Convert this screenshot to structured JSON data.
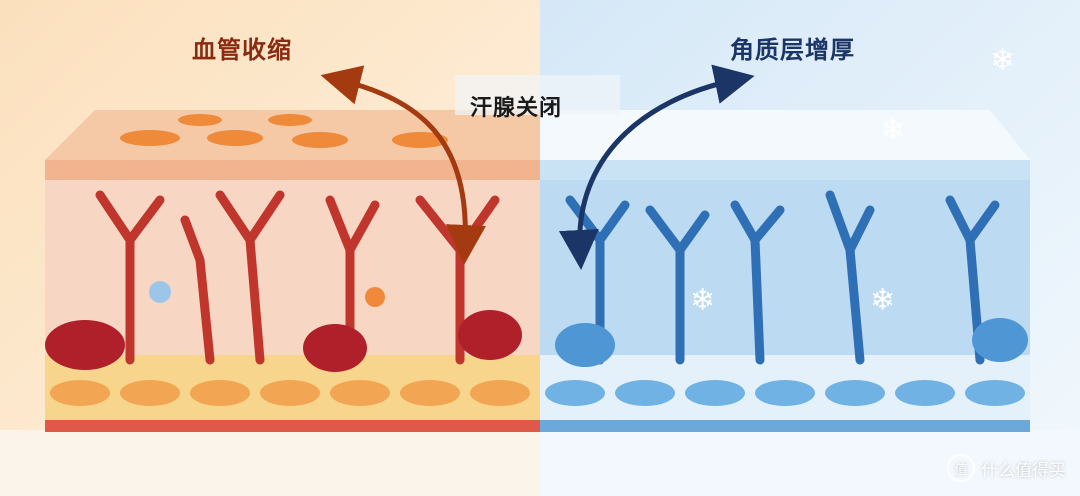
{
  "labels": {
    "left": "血管收缩",
    "middle": "汗腺关闭",
    "right": "角质层增厚"
  },
  "watermark": {
    "logo_char": "值",
    "text": "什么值得买"
  },
  "colors": {
    "warm_bg": "#fbe3c4",
    "cool_bg": "#dcecf8",
    "vessel_warm": "#c0362c",
    "vessel_cool": "#2e6fb5",
    "arrow_warm": "#a33a10",
    "arrow_cool": "#1a3566"
  }
}
